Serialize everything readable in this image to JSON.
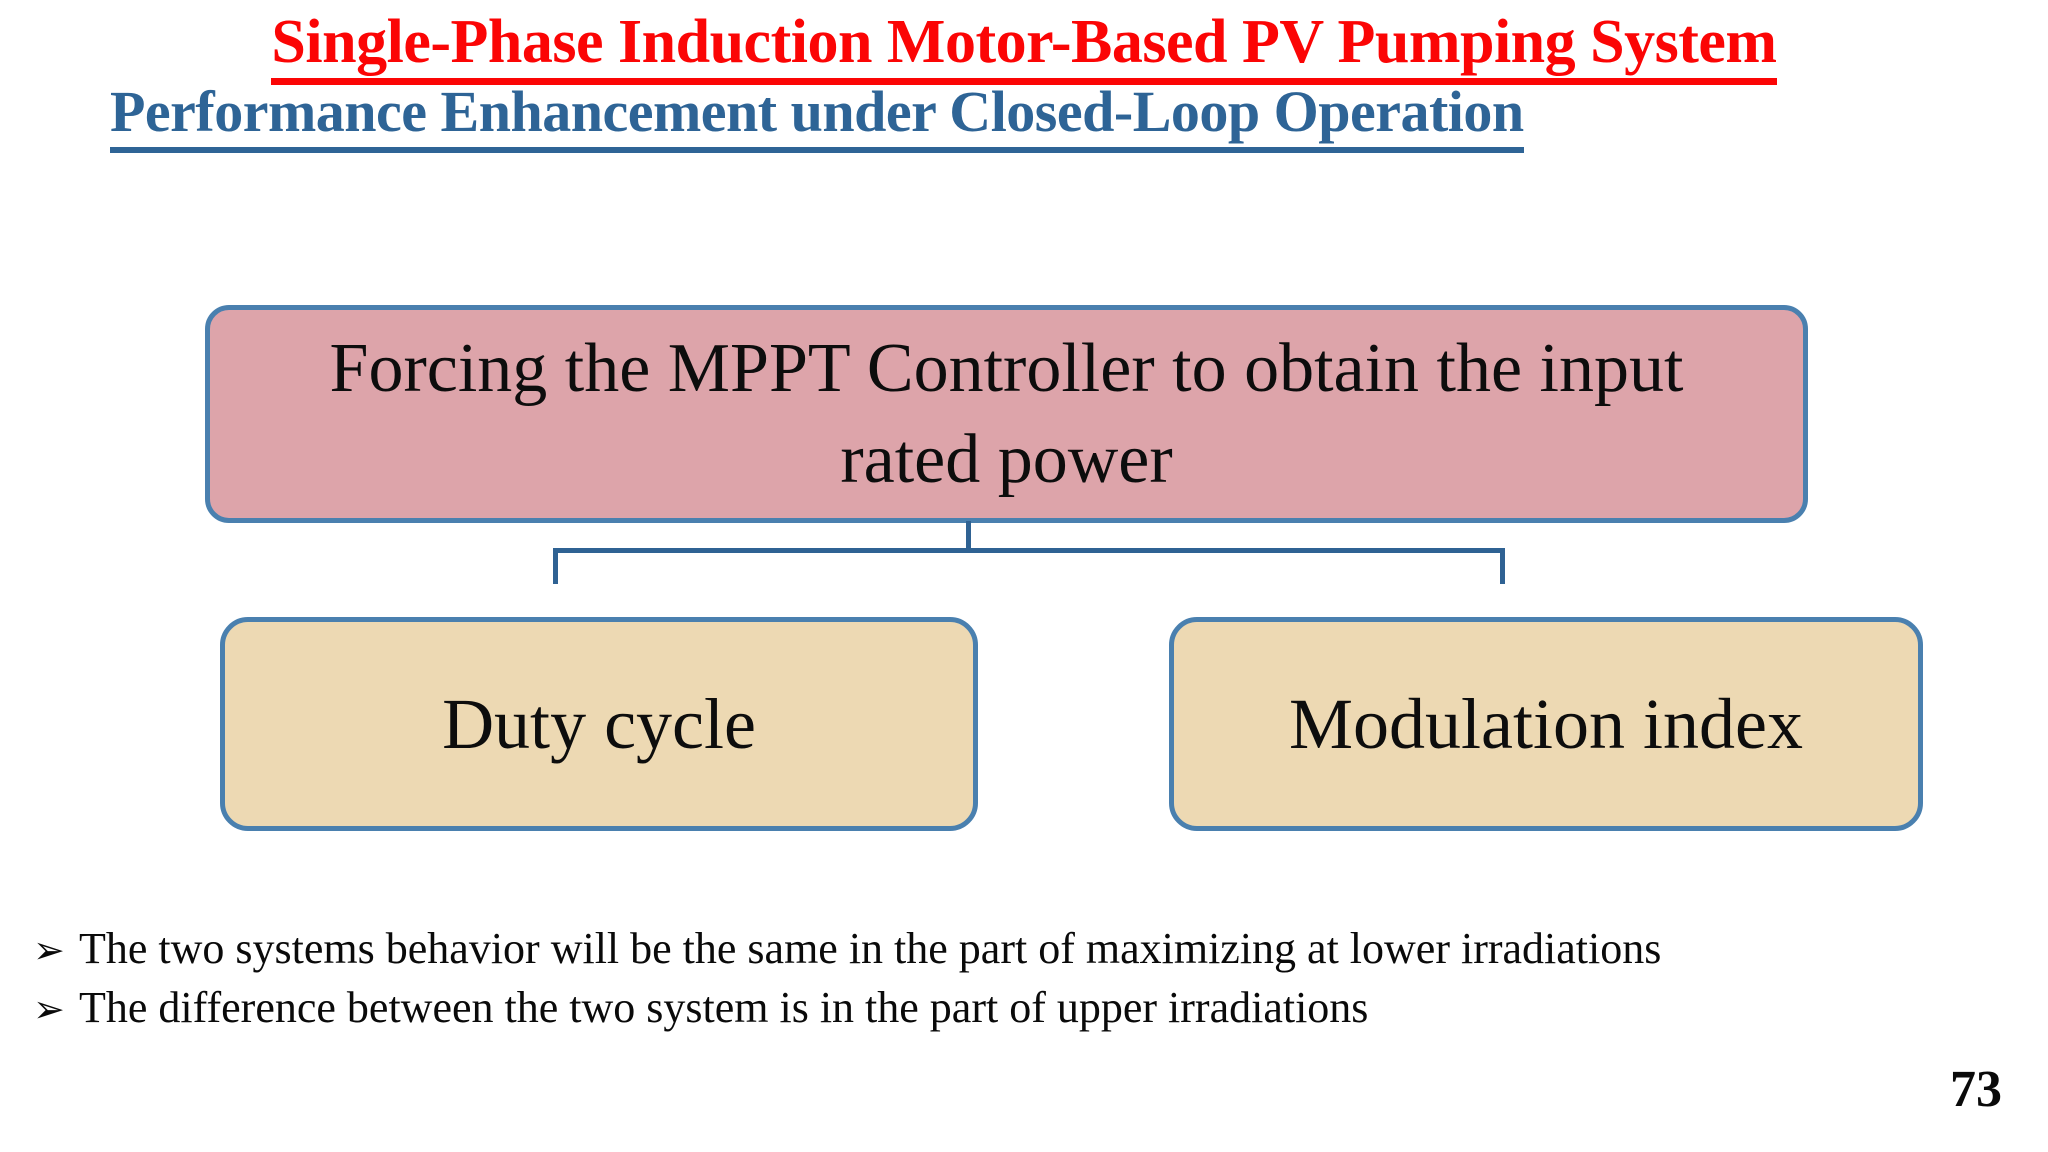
{
  "slide": {
    "title": "Single-Phase Induction Motor-Based PV Pumping System",
    "subtitle": "Performance Enhancement under Closed-Loop Operation",
    "page_number": "73"
  },
  "diagram": {
    "root_box": {
      "label": "Forcing the MPPT Controller to obtain the input\nrated power"
    },
    "child_boxes": [
      {
        "label": "Duty cycle"
      },
      {
        "label": "Modulation index"
      }
    ]
  },
  "bullets": {
    "marker": "➢",
    "items": [
      {
        "text": "The two systems behavior will be the same in the part of maximizing at lower irradiations"
      },
      {
        "text": "The difference between the two system is in the part of upper irradiations"
      }
    ]
  },
  "colors": {
    "title_red": "#fb0505",
    "subtitle_blue": "#2e6496",
    "root_box_fill": "#dda4aa",
    "child_box_fill": "#edd9b3",
    "box_border": "#4a80af",
    "connector_line": "#2f6293",
    "body_text": "#0a0a0a"
  }
}
